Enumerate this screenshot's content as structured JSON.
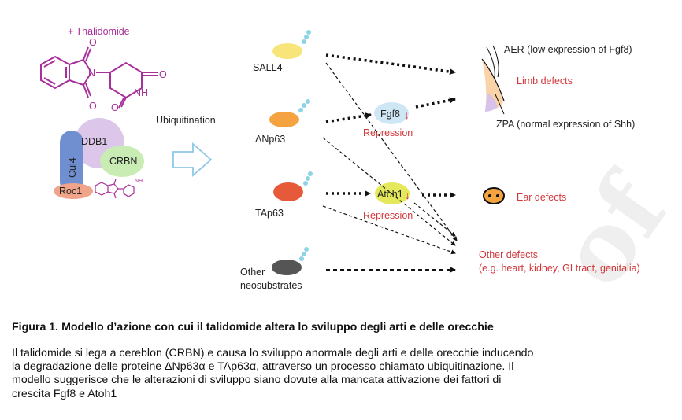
{
  "figure": {
    "thalidomide_label": "+ Thalidomide",
    "nh_label": "NH",
    "o_label": "O",
    "n_label": "N",
    "ddb1": "DDB1",
    "cul4": "Cul4",
    "crbn": "CRBN",
    "roc1": "Roc1",
    "small_nh": "NH",
    "ubiquitination": "Ubiquitination",
    "substrates": {
      "sall4": "SALL4",
      "dnp63": "ΔNp63",
      "tap63": "TAp63",
      "other_line1": "Other",
      "other_line2": "neosubstrates"
    },
    "factors": {
      "fgf8": "Fgf8",
      "atoh1": "Atoh1",
      "down_arrow": "↓",
      "repression": "Repression"
    },
    "outcomes": {
      "aer": "AER (low expression of Fgf8)",
      "limb_defects": "Limb defects",
      "zpa": "ZPA (normal expression of Shh)",
      "ear_defects": "Ear defects",
      "other_defects_line1": "Other defects",
      "other_defects_line2": "(e.g. heart, kidney, GI tract, genitalia)"
    },
    "colors": {
      "sall4": "#f7e57a",
      "dnp63": "#f4a340",
      "tap63": "#e65a3a",
      "other": "#555555",
      "ubiquitin": "#8fd4e6",
      "fgf8": "#cfe6f5",
      "atoh1": "#e4e85a",
      "ddb1": "#dcc6ea",
      "cul4": "#6f8fd0",
      "crbn": "#c9ecb4",
      "roc1": "#f0a58a",
      "red_text": "#d2373a",
      "thalidomide": "#a8309a"
    }
  },
  "caption": {
    "title": "Figura 1. Modello d’azione con cui il talidomide altera lo sviluppo degli arti e delle orecchie",
    "line1": "Il talidomide si lega a cereblon (CRBN) e causa lo sviluppo anormale degli arti e delle orecchie inducendo",
    "line2": "la  degradazione delle proteine ΔNp63α e TAp63α, attraverso un processo chiamato ubiquitinazione. Il",
    "line3": "modello  suggerisce che le alterazioni di sviluppo siano dovute alla mancata attivazione dei fattori di",
    "line4": "crescita Fgf8 e Atoh1"
  }
}
